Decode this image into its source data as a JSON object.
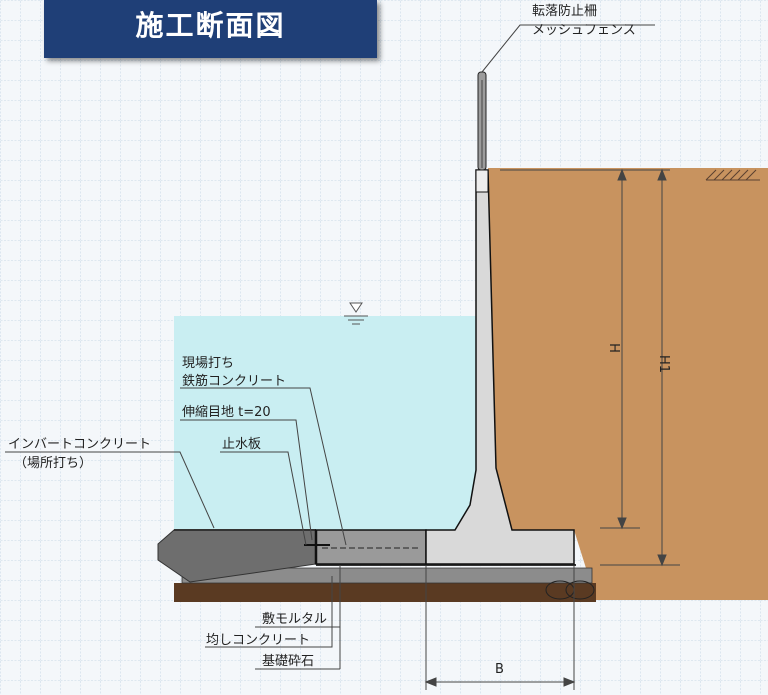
{
  "title": "施工断面図",
  "labels": {
    "fence_line1": "転落防止柵",
    "fence_line2": "メッシュフェンス",
    "cast_line1": "現場打ち",
    "cast_line2": "鉄筋コンクリート",
    "joint": "伸縮目地 t=20",
    "waterstop": "止水板",
    "invert_line1": "インバートコンクリート",
    "invert_line2": "（場所打ち）",
    "mortar": "敷モルタル",
    "leveling": "均しコンクリート",
    "gravel": "基礎砕石",
    "dim_h": "H",
    "dim_h1": "H1",
    "dim_b": "B"
  },
  "colors": {
    "title_bg": "#1f3f77",
    "water": "#c9eef2",
    "soil": "#c8935f",
    "concrete": "#d9d9d9",
    "gravel": "#5a3a22",
    "dark_concrete": "#707070"
  }
}
